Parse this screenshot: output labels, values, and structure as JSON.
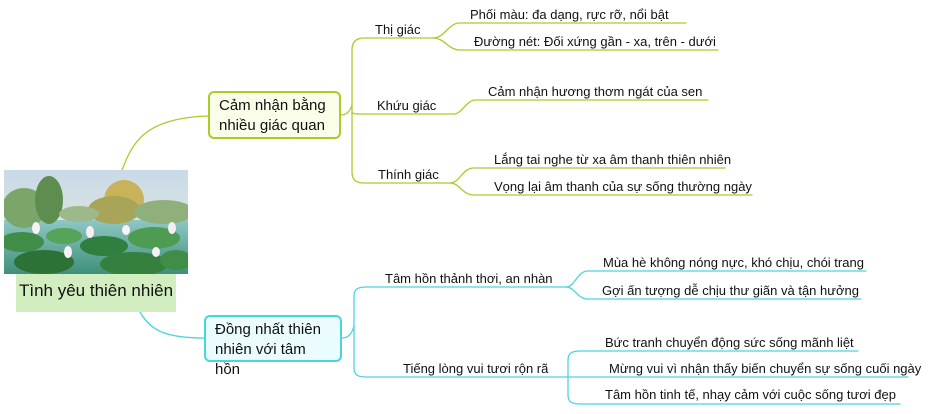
{
  "root": {
    "label": "Tình yêu thiên nhiên",
    "image": "lotus-pond-painting"
  },
  "branches": [
    {
      "label_line1": "Cảm nhận bằng",
      "label_line2": "nhiều giác quan",
      "color": "#a8cc2a",
      "children": [
        {
          "label": "Thị giác",
          "children": [
            "Phối màu: đa dạng, rực rỡ, nổi bật",
            "Đường nét: Đối xứng gần - xa, trên - dưới"
          ]
        },
        {
          "label": "Khứu giác",
          "children": [
            "Cảm nhận hương thơm ngát của sen"
          ]
        },
        {
          "label": "Thính giác",
          "children": [
            "Lắng tai nghe từ xa âm thanh thiên nhiên",
            "Vọng lại âm thanh của sự sống thường ngày"
          ]
        }
      ]
    },
    {
      "label_line1": "Đồng nhất thiên",
      "label_line2": "nhiên với tâm hồn",
      "color": "#4ad4de",
      "children": [
        {
          "label": "Tâm hồn thảnh thơi, an nhàn",
          "children": [
            "Mùa hè không nóng nực, khó chịu, chói trang",
            "Gợi ấn tượng dễ chịu thư giãn và tận hưởng"
          ]
        },
        {
          "label": "Tiếng lòng vui tươi rộn rã",
          "children": [
            "Bức tranh chuyển động sức sống mãnh liệt",
            "Mừng vui vì nhận thấy biến chuyển sự sống cuối ngày",
            "Tâm hồn tinh tế, nhạy cảm với cuộc sống tươi đẹp"
          ]
        }
      ]
    }
  ]
}
